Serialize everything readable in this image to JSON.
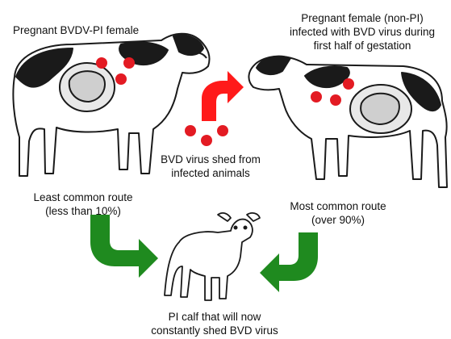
{
  "left_cow": {
    "label": "Pregnant BVDV-PI female"
  },
  "right_cow": {
    "label_lines": [
      "Pregnant female (non-PI)",
      "infected with BVD virus during",
      "first half of gestation"
    ]
  },
  "center": {
    "label_lines": [
      "BVD virus shed from",
      "infected animals"
    ]
  },
  "left_route": {
    "label_lines": [
      "Least common route",
      "(less than 10%)"
    ]
  },
  "right_route": {
    "label_lines": [
      "Most common route",
      "(over 90%)"
    ]
  },
  "calf": {
    "label_lines": [
      "PI calf that will now",
      "constantly shed BVD virus"
    ]
  },
  "colors": {
    "virus": "#e31b23",
    "red_arrow": "#ff1a1a",
    "green_arrow": "#1f8a1f",
    "outline": "#1a1a1a"
  },
  "icons": [
    "cow-illustration",
    "calf-illustration",
    "virus-dot",
    "curved-arrow"
  ]
}
